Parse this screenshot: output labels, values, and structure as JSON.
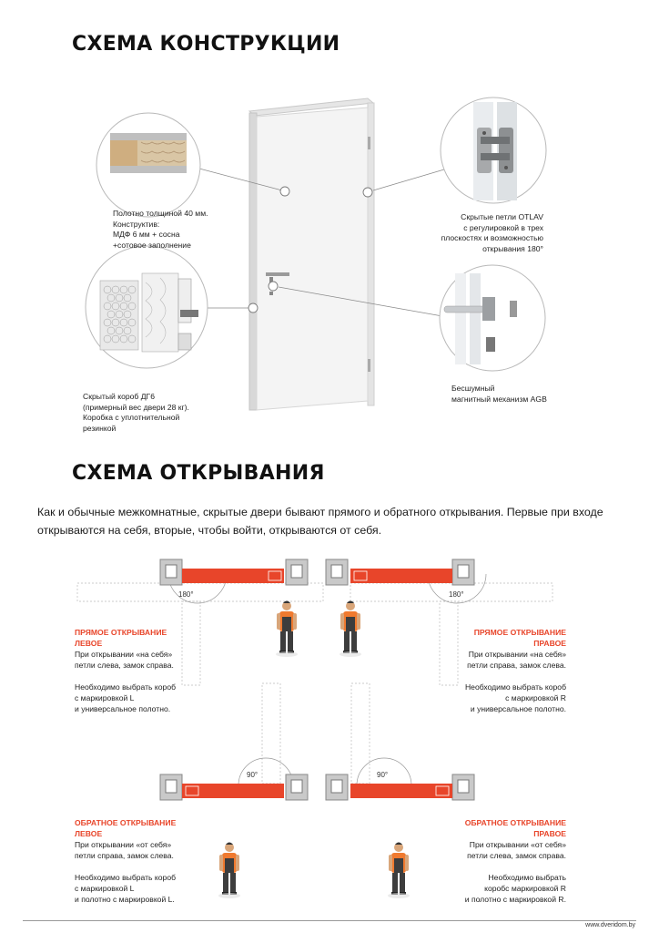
{
  "titles": {
    "construction": "СХЕМА КОНСТРУКЦИИ",
    "opening": "СХЕМА ОТКРЫВАНИЯ"
  },
  "callouts": {
    "leaf": [
      "Полотно толщиной 40 мм.",
      "Конструктив:",
      "МДФ 6 мм + сосна",
      "+сотовое заполнение"
    ],
    "frame": [
      "Скрытый короб ДГ6",
      "(примерный вес двери 28 кг).",
      "Коробка с уплотнительной",
      "резинкой"
    ],
    "hinges": [
      "Скрытые петли OTLAV",
      "с регулировкой в трех",
      "плоскостях и возможностью",
      "открывания 180°"
    ],
    "lock": [
      "Бесшумный",
      "магнитный механизм AGB"
    ]
  },
  "intro": [
    "Как и обычные межкомнатные, скрытые  двери бывают прямого и обратного открывания. Первые при входе",
    "открываются на себя, вторые, чтобы войти, открываются от себя."
  ],
  "angles": {
    "a180": "180°",
    "a90": "90°"
  },
  "variants": {
    "direct_left": {
      "title1": "ПРЯМОЕ ОТКРЫВАНИЕ",
      "title2": "ЛЕВОЕ",
      "p1": [
        "При открывании «на себя»",
        "петли слева, замок справа."
      ],
      "p2": [
        "Необходимо выбрать короб",
        "с маркировкой L",
        "и универсальное полотно."
      ]
    },
    "direct_right": {
      "title1": "ПРЯМОЕ ОТКРЫВАНИЕ",
      "title2": "ПРАВОЕ",
      "p1": [
        "При открывании «на себя»",
        "петли справа, замок слева."
      ],
      "p2": [
        "Необходимо выбрать короб",
        "с маркировкой R",
        "и универсальное полотно."
      ]
    },
    "reverse_left": {
      "title1": "ОБРАТНОЕ ОТКРЫВАНИЕ",
      "title2": "ЛЕВОЕ",
      "p1": [
        "При открывании «от себя»",
        "петли справа, замок слева."
      ],
      "p2": [
        "Необходимо выбрать короб",
        "с маркировкой L",
        "и полотно с маркировкой L."
      ]
    },
    "reverse_right": {
      "title1": "ОБРАТНОЕ  ОТКРЫВАНИЕ",
      "title2": "ПРАВОЕ",
      "p1": [
        "При открывании «от себя»",
        "петли слева, замок справа."
      ],
      "p2": [
        "Необходимо выбрать",
        "коробс маркировкой R",
        "и полотно с маркировкой R."
      ]
    }
  },
  "footer": "www.dveridom.by",
  "colors": {
    "accent": "#e8452a",
    "frame": "#c9c9c9",
    "line": "#8a8a8a"
  }
}
